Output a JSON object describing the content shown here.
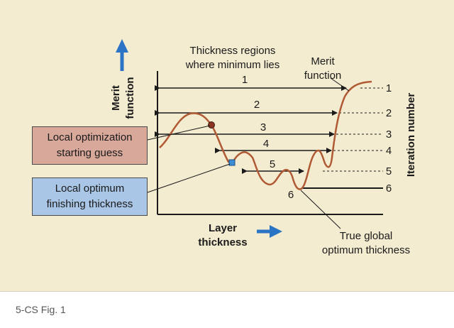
{
  "diagram": {
    "title_line1": "Thickness regions",
    "title_line2": "where minimum lies",
    "merit_label_line1": "Merit",
    "merit_label_line2": "function",
    "y_axis_label_line1": "Merit",
    "y_axis_label_line2": "function",
    "x_axis_label_line1": "Layer",
    "x_axis_label_line2": "thickness",
    "right_axis_label": "Iteration number",
    "region_numbers": [
      "1",
      "2",
      "3",
      "4",
      "5",
      "6"
    ],
    "iteration_numbers": [
      "1",
      "2",
      "3",
      "4",
      "5",
      "6"
    ],
    "box_guess_line1": "Local optimization",
    "box_guess_line2": "starting guess",
    "box_finish_line1": "Local optimum",
    "box_finish_line2": "finishing thickness",
    "global_label_line1": "True global",
    "global_label_line2": "optimum thickness"
  },
  "caption": "5-CS  Fig. 1",
  "colors": {
    "background": "#f4ecd0",
    "curve": "#b05a35",
    "arrow_blue": "#2b73c4",
    "box_guess": "#d8a89a",
    "box_finish": "#a9c6e6"
  }
}
